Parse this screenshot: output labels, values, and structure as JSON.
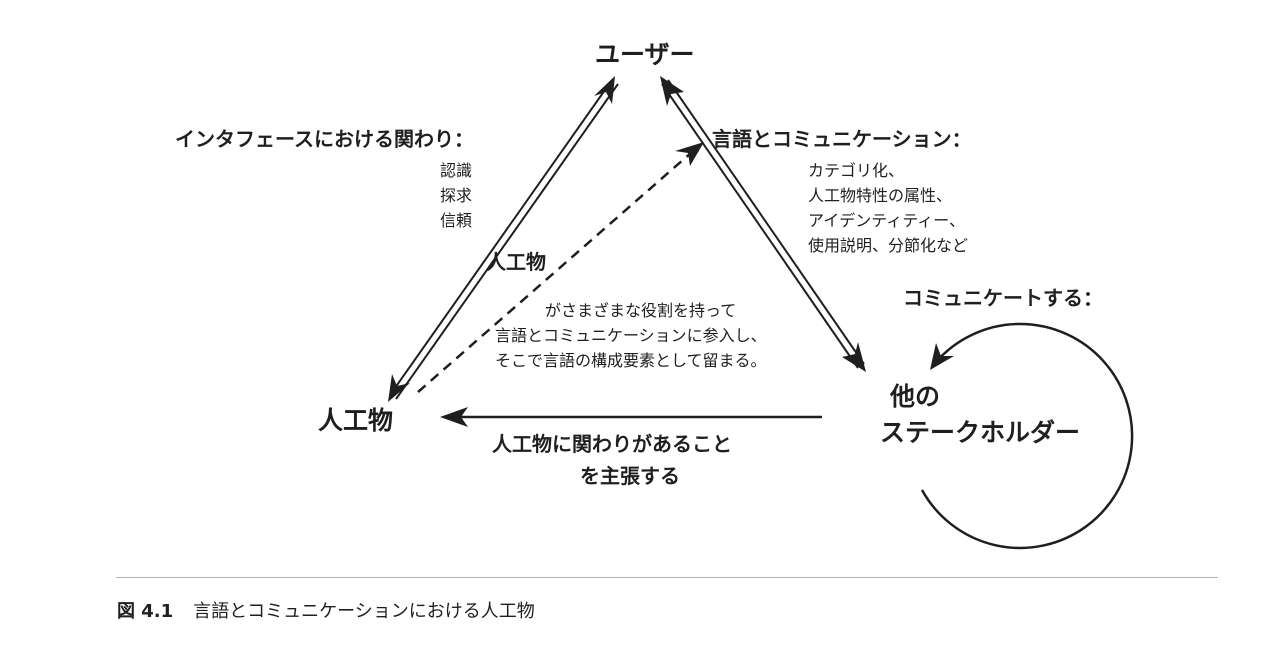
{
  "nodes": {
    "user": "ユーザー",
    "artifact": "人工物",
    "stakeholder_line1": "他の",
    "stakeholder_line2": "ステークホルダー"
  },
  "edges": {
    "interface": {
      "heading": "インタフェースにおける関わり：",
      "items": [
        "認識",
        "探求",
        "信頼"
      ]
    },
    "language": {
      "heading": "言語とコミュニケーション：",
      "items": [
        "カテゴリ化、",
        "人工物特性の属性、",
        "アイデンティティー、",
        "使用説明、分節化など"
      ]
    },
    "artifact_role": {
      "heading": "人工物",
      "lines": [
        "がさまざまな役割を持って",
        "言語とコミュニケーションに参入し、",
        "そこで言語の構成要素として留まる。"
      ]
    },
    "claim": {
      "line1": "人工物に関わりがあること",
      "line2": "を主張する"
    },
    "communicate": {
      "heading": "コミュニケートする："
    }
  },
  "caption": {
    "number": "図 4.1",
    "text": "言語とコミュニケーションにおける人工物"
  },
  "colors": {
    "ink": "#1f1f1f",
    "rule": "#b5b5b5"
  }
}
